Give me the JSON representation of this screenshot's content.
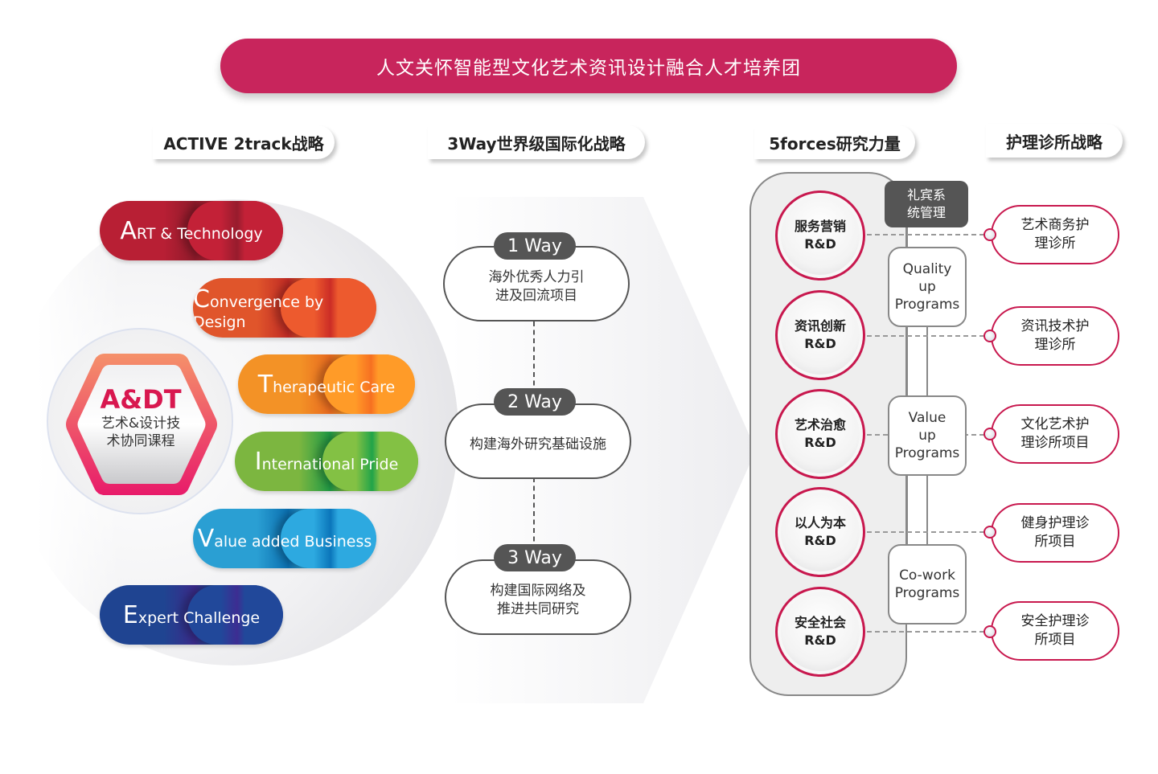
{
  "title": "人文关怀智能型文化艺术资讯设计融合人才培养团",
  "columns": {
    "active": "ACTIVE 2track战略",
    "three_way": "3Way世界级国际化战略",
    "five_forces": "5forces研究力量",
    "clinic": "护理诊所战略"
  },
  "active_pills": [
    {
      "initial": "A",
      "rest": "RT & Technology",
      "color": "#b81f34",
      "shade": "#8e1a2a"
    },
    {
      "initial": "C",
      "rest": "onvergence by Design",
      "color": "#e0552b",
      "shade": "#c02a24"
    },
    {
      "initial": "T",
      "rest": "herapeutic Care",
      "color": "#f39226",
      "shade": "#e86a1f"
    },
    {
      "initial": "I",
      "rest": "nternational Pride",
      "color": "#7cb640",
      "shade": "#1f9a45"
    },
    {
      "initial": "V",
      "rest": "alue added Business",
      "color": "#2a9fd3",
      "shade": "#0a6fb0"
    },
    {
      "initial": "E",
      "rest": "xpert Challenge",
      "color": "#1f4491",
      "shade": "#3a2a8a"
    }
  ],
  "adt": {
    "title": "A&DT",
    "subtitle_line1": "艺术&设计技",
    "subtitle_line2": "术协同课程",
    "accent": "#d8174f"
  },
  "ways": [
    {
      "tag": "1 Way",
      "line1": "海外优秀人力引",
      "line2": "进及回流项目"
    },
    {
      "tag": "2 Way",
      "line1": "构建海外研究基础设施",
      "line2": ""
    },
    {
      "tag": "3 Way",
      "line1": "构建国际网络及",
      "line2": "推进共同研究"
    }
  ],
  "forces": [
    {
      "line1": "服务营销",
      "line2": "R&D"
    },
    {
      "line1": "资讯创新",
      "line2": "R&D"
    },
    {
      "line1": "艺术治愈",
      "line2": "R&D"
    },
    {
      "line1": "以人为本",
      "line2": "R&D"
    },
    {
      "line1": "安全社会",
      "line2": "R&D"
    }
  ],
  "concierge": {
    "line1": "礼宾系",
    "line2": "统管理"
  },
  "programs": [
    {
      "line1": "Quality",
      "line2": "up",
      "line3": "Programs"
    },
    {
      "line1": "Value",
      "line2": "up",
      "line3": "Programs"
    },
    {
      "line1": "Co-work",
      "line2": "Programs",
      "line3": ""
    }
  ],
  "clinics": [
    {
      "line1": "艺术商务护",
      "line2": "理诊所"
    },
    {
      "line1": "资讯技术护",
      "line2": "理诊所"
    },
    {
      "line1": "文化艺术护",
      "line2": "理诊所项目"
    },
    {
      "line1": "健身护理诊",
      "line2": "所项目"
    },
    {
      "line1": "安全护理诊",
      "line2": "所项目"
    }
  ],
  "colors": {
    "banner": "#c8255c",
    "accent_red": "#c8184e",
    "dark_gray": "#555555"
  }
}
